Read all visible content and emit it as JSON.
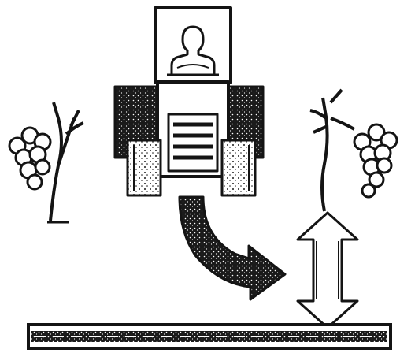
{
  "illustration": {
    "ink_color": "#141414",
    "paper_color": "#ffffff",
    "elements": [
      "tractor-with-driver",
      "grapevine-left",
      "grapevine-right",
      "curved-arrow",
      "double-headed-arrow",
      "ground-strip"
    ]
  }
}
